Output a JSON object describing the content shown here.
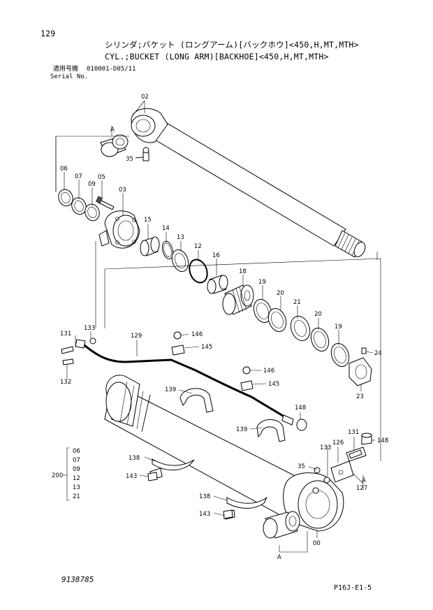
{
  "header": {
    "page_number": "129",
    "title_jp": "シリンダ;バケット (ロングアーム)[バックホウ]<450,H,MT,MTH>",
    "title_en": "CYL.;BUCKET (LONG ARM)[BACKHOE]<450,H,MT,MTH>",
    "serial_jp_label": "適用号機",
    "serial_range": "010001-D05/11",
    "serial_en_label": "Serial No."
  },
  "callouts": {
    "c02": "02",
    "c06": "06",
    "c07": "07",
    "c09": "09",
    "c05": "05",
    "c03": "03",
    "cA_top": "A",
    "c35_top": "35",
    "c15": "15",
    "c14": "14",
    "c13": "13",
    "c12": "12",
    "c16": "16",
    "c18": "18",
    "c19a": "19",
    "c20a": "20",
    "c21": "21",
    "c20b": "20",
    "c19b": "19",
    "c24": "24",
    "c23": "23",
    "c131a": "131",
    "c133a": "133",
    "c129": "129",
    "c146a": "146",
    "c145a": "145",
    "c132": "132",
    "c146b": "146",
    "c145b": "145",
    "c139a": "139",
    "c148a": "148",
    "c139b": "139",
    "c131b": "131",
    "c148b": "148",
    "c133b": "133",
    "c126": "126",
    "c138a": "138",
    "c35_bot": "35",
    "c143a": "143",
    "cA_bot": "A",
    "c127": "127",
    "c138b": "138",
    "c143b": "143",
    "c00": "00"
  },
  "kit": {
    "label": "200",
    "items": [
      "06",
      "07",
      "09",
      "12",
      "13",
      "21"
    ]
  },
  "footer": {
    "drawing_number": "9138785",
    "page_code": "P16J-E1-5"
  }
}
